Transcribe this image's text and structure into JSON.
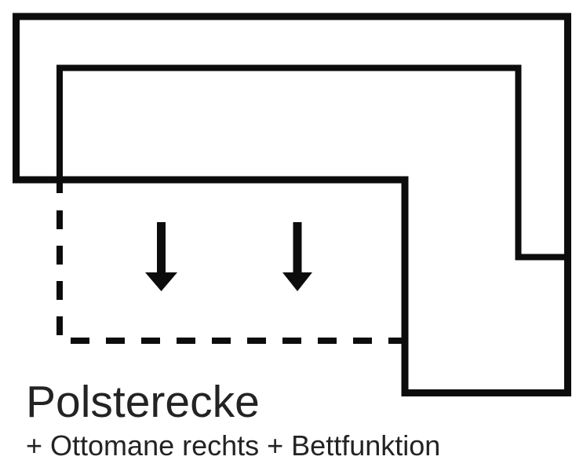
{
  "product": {
    "title": "Polsterecke",
    "subtitle": "+ Ottomane rechts + Bettfunktion"
  },
  "diagram": {
    "type": "furniture-top-view-schematic",
    "description": "Top view outline of a corner sofa (Polsterecke) with ottoman on the right and fold-out bed function indicated by a dashed pull-out area with two downward arrows",
    "arrow_count": 2,
    "arrow_direction": "down",
    "colors": {
      "line": "#0c0c0c",
      "text": "#232323",
      "background": "#ffffff"
    }
  }
}
